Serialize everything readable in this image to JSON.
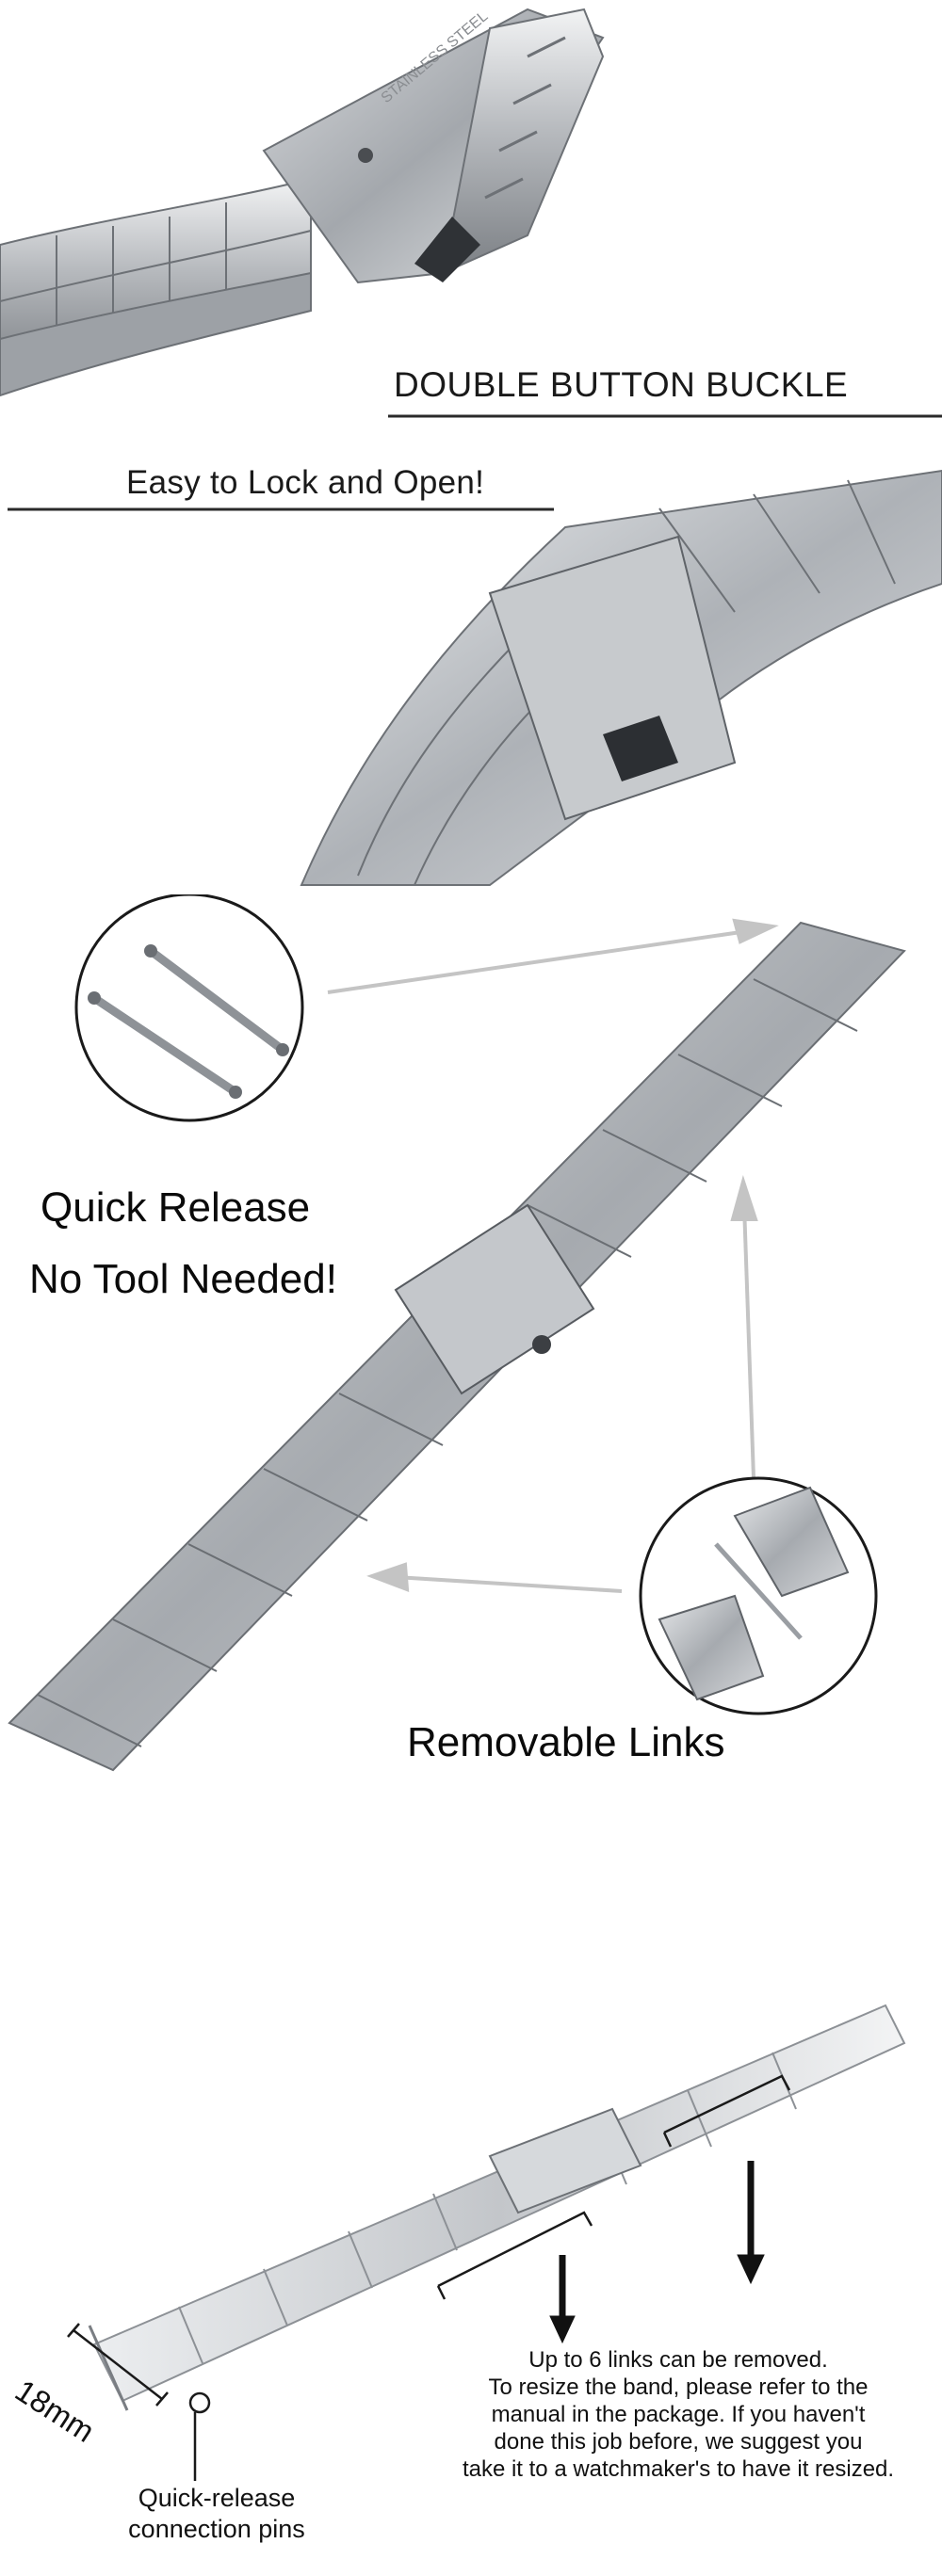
{
  "section1": {
    "title": "DOUBLE BUTTON BUCKLE",
    "engraving": "STAINLESS STEEL"
  },
  "section2": {
    "title": "Easy to Lock and Open!"
  },
  "section3": {
    "quick_release": "Quick Release",
    "no_tool": "No Tool Needed!",
    "removable_links": "Removable Links"
  },
  "section4": {
    "width": "18mm",
    "note_lines": [
      "Up to 6 links can be removed.",
      "To resize the band, please refer to the",
      "manual in the package. If you haven't",
      "done this job before, we suggest you",
      "take it to a watchmaker's to have it resized."
    ],
    "pins_lines": [
      "Quick-release",
      "connection pins"
    ]
  },
  "colors": {
    "steel": "#b9bcc0",
    "steel_light": "#e8eaec",
    "steel_dark": "#6f7378",
    "text": "#111111",
    "arrow": "#bfbfbf"
  },
  "icons": [
    "spring-bar-icon",
    "arrow-icon",
    "buckle-icon"
  ]
}
